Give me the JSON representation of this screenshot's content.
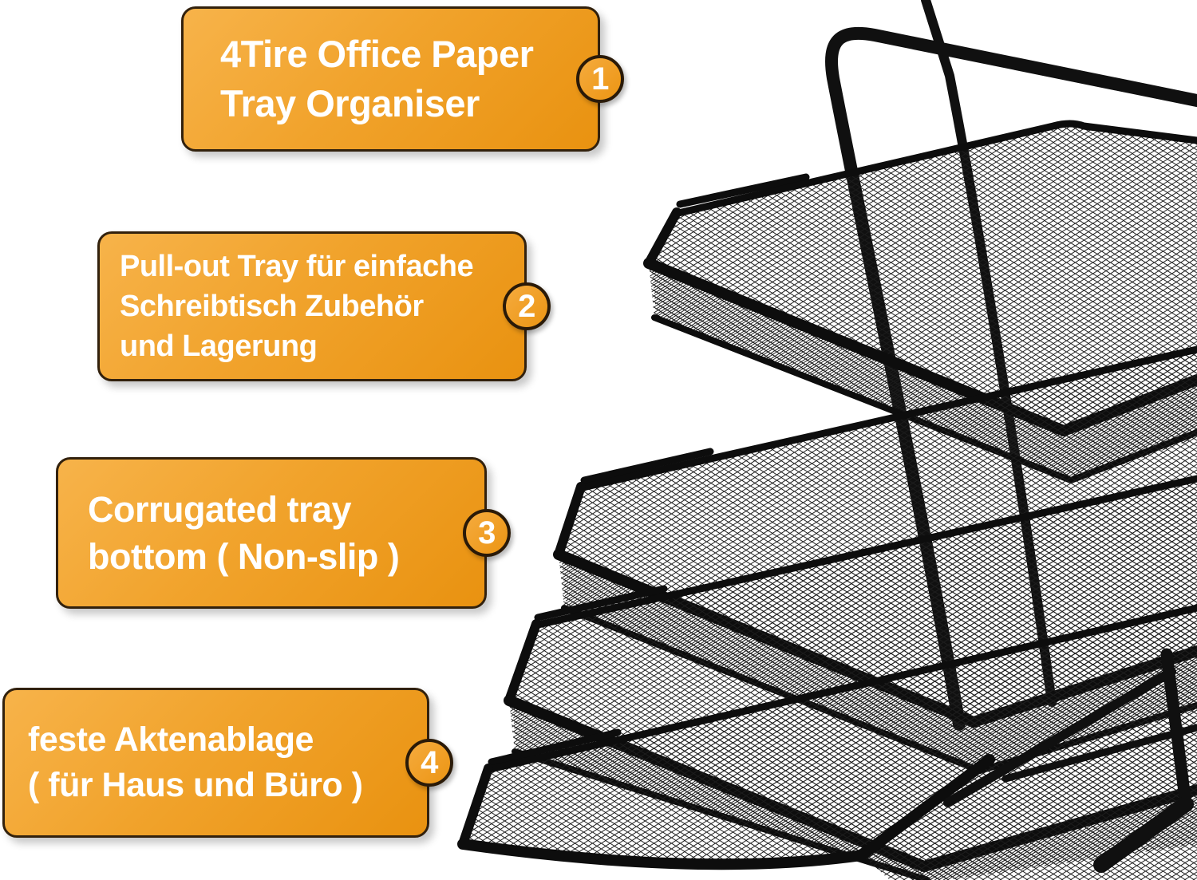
{
  "page": {
    "background": "#ffffff"
  },
  "callouts": [
    {
      "number": "1",
      "lines": [
        "4Tire Office Paper",
        "Tray Organiser"
      ]
    },
    {
      "number": "2",
      "lines": [
        "Pull-out Tray für einfache",
        "Schreibtisch Zubehör",
        "und Lagerung"
      ]
    },
    {
      "number": "3",
      "lines": [
        "Corrugated tray",
        "bottom ( Non-slip )"
      ]
    },
    {
      "number": "4",
      "lines": [
        "feste Aktenablage",
        "( für Haus und Büro )"
      ]
    }
  ],
  "product": {
    "description": "Black metal mesh 4-tier desktop document tray with trays pulled out in staggered steps"
  },
  "colors": {
    "badge_gradient_start": "#f7b34a",
    "badge_gradient_end": "#e99210",
    "badge_border": "#32210d",
    "badge_text": "#ffffff",
    "product_metal": "#111111",
    "background": "#ffffff"
  }
}
